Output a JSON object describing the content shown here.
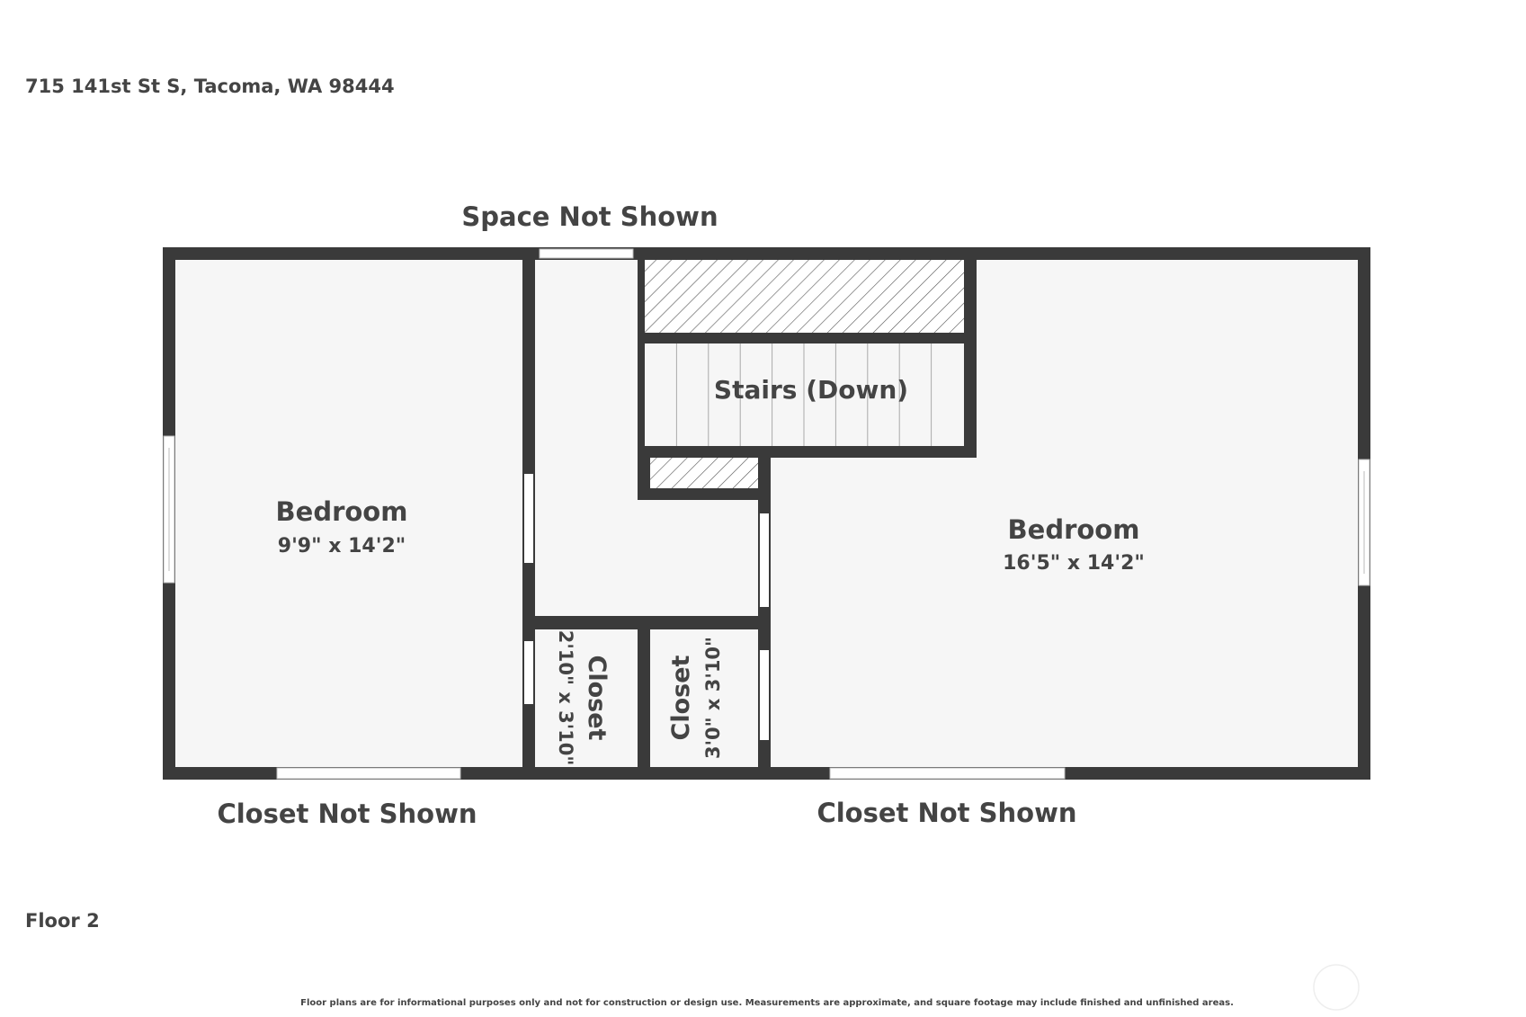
{
  "address": "715 141st St S, Tacoma, WA 98444",
  "floor_label": "Floor 2",
  "disclaimer": "Floor plans are for informational purposes only and not for construction or design use. Measurements are approximate, and square footage may include finished and unfinished areas.",
  "annotations": {
    "top": "Space Not Shown",
    "bottom_left": "Closet Not Shown",
    "bottom_right": "Closet Not Shown"
  },
  "rooms": {
    "bedroom_left": {
      "name": "Bedroom",
      "dims": "9'9\" x 14'2\""
    },
    "bedroom_right": {
      "name": "Bedroom",
      "dims": "16'5\" x 14'2\""
    },
    "stairs": {
      "name": "Stairs (Down)"
    },
    "closet_left": {
      "name": "Closet",
      "dims": "2'10\" x 3'10\""
    },
    "closet_right": {
      "name": "Closet",
      "dims": "3'0\" x 3'10\""
    }
  },
  "colors": {
    "wall": "#3a3a3a",
    "floor": "#f6f6f6",
    "text": "#444444"
  }
}
